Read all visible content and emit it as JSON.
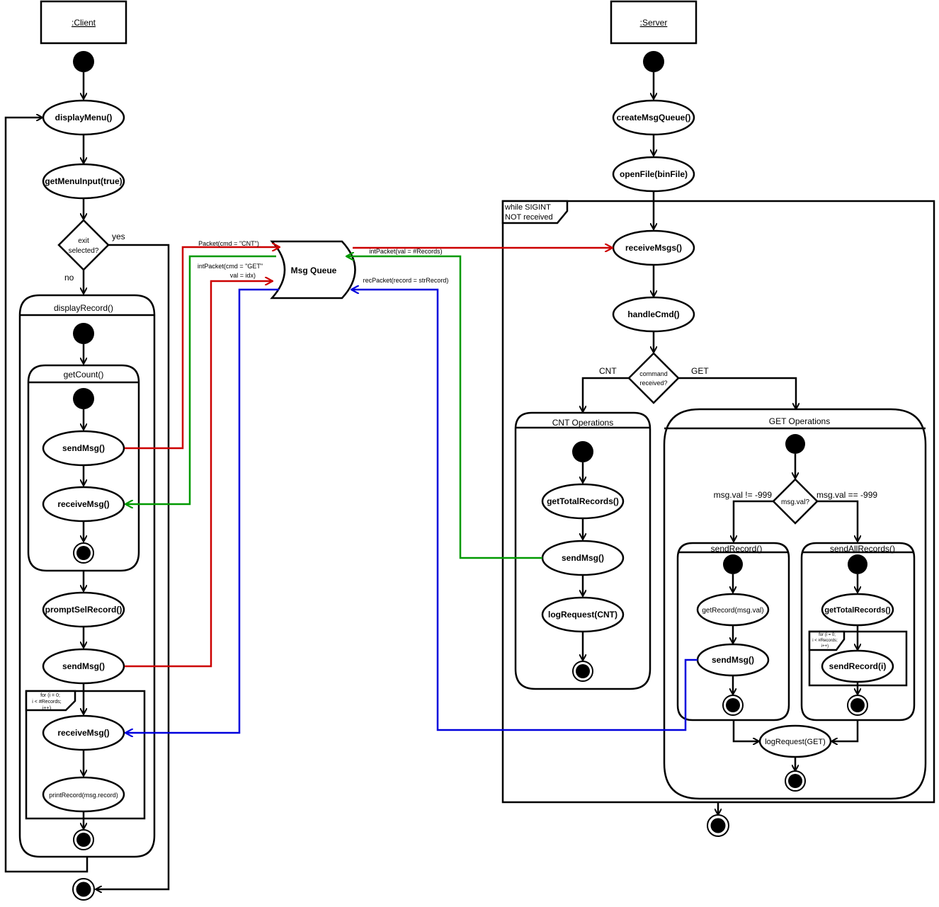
{
  "lanes": {
    "client": ":Client",
    "server": ":Server"
  },
  "queue": {
    "label": "Msg Queue"
  },
  "client": {
    "display_menu": "displayMenu()",
    "get_menu_input": "getMenuInput(true)",
    "exit_decision": [
      "exit",
      "selected?"
    ],
    "yes": "yes",
    "no": "no",
    "display_record": "displayRecord()",
    "get_count": "getCount()",
    "send_msg_1": "sendMsg()",
    "receive_msg_1": "receiveMsg()",
    "prompt_sel_record": "promptSelRecord()",
    "send_msg_2": "sendMsg()",
    "loop_label": [
      "for (i = 0;",
      "i < #Records;",
      "i++)"
    ],
    "receive_msg_2": "receiveMsg()",
    "print_record": "printRecord(msg.record)"
  },
  "server": {
    "create_queue": "createMsgQueue()",
    "open_file": "openFile(binFile)",
    "while_label": [
      "while SIGINT",
      "NOT received"
    ],
    "receive_msgs": "receiveMsgs()",
    "handle_cmd": "handleCmd()",
    "command_decision": [
      "command",
      "received?"
    ],
    "cnt": "CNT",
    "get": "GET",
    "cnt_operations": "CNT Operations",
    "get_total_records_1": "getTotalRecords()",
    "send_msg_cnt": "sendMsg()",
    "log_request_cnt": "logRequest(CNT)",
    "get_operations": "GET Operations",
    "val_decision": "msg.val?",
    "val_not_999": "msg.val != -999",
    "val_eq_999": "msg.val == -999",
    "send_record": "sendRecord()",
    "get_record": "getRecord(msg.val)",
    "send_msg_get": "sendMsg()",
    "send_all_records": "sendAllRecords()",
    "get_total_records_2": "getTotalRecords()",
    "loop_label": [
      "for (i = 0;",
      "i < #Records;",
      "i++)"
    ],
    "send_record_i": "sendRecord(i)",
    "log_request_get": "logRequest(GET)"
  },
  "messages": {
    "packet_cnt": "Packet(cmd = \"CNT\")",
    "int_packet_get": [
      "intPacket(cmd = \"GET\"",
      "val = idx)"
    ],
    "int_packet_records": "intPacket(val = #Records)",
    "rec_packet": "recPacket(record = strRecord)"
  },
  "colors": {
    "cnt_request": "#cc0000",
    "cnt_reply": "#009900",
    "record_reply": "#0000dd"
  }
}
